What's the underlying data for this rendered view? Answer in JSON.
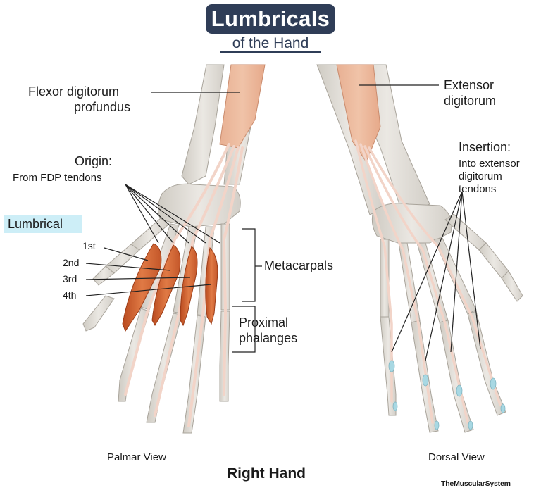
{
  "header": {
    "title": "Lumbricals",
    "subtitle": "of the Hand"
  },
  "labels": {
    "flexor_line1": "Flexor digitorum",
    "flexor_line2": "profundus",
    "origin_title": "Origin:",
    "origin_detail": "From FDP tendons",
    "lumbrical": "Lumbrical",
    "first": "1st",
    "second": "2nd",
    "third": "3rd",
    "fourth": "4th",
    "metacarpals": "Metacarpals",
    "proximal_line1": "Proximal",
    "proximal_line2": "phalanges",
    "extensor_line1": "Extensor",
    "extensor_line2": "digitorum",
    "insertion_title": "Insertion:",
    "insertion_line1": "Into extensor",
    "insertion_line2": "digitorum",
    "insertion_line3": "tendons",
    "palmar_view": "Palmar View",
    "dorsal_view": "Dorsal View",
    "caption": "Right Hand",
    "logo": "TheMuscularSystem"
  },
  "colors": {
    "title_bg": "#2f3d57",
    "lumbrical_highlight": "#cdeef7",
    "bone": "#e4e1db",
    "muscle": "#d4622f",
    "tendon": "#f2d4c8",
    "leader": "#222222"
  }
}
